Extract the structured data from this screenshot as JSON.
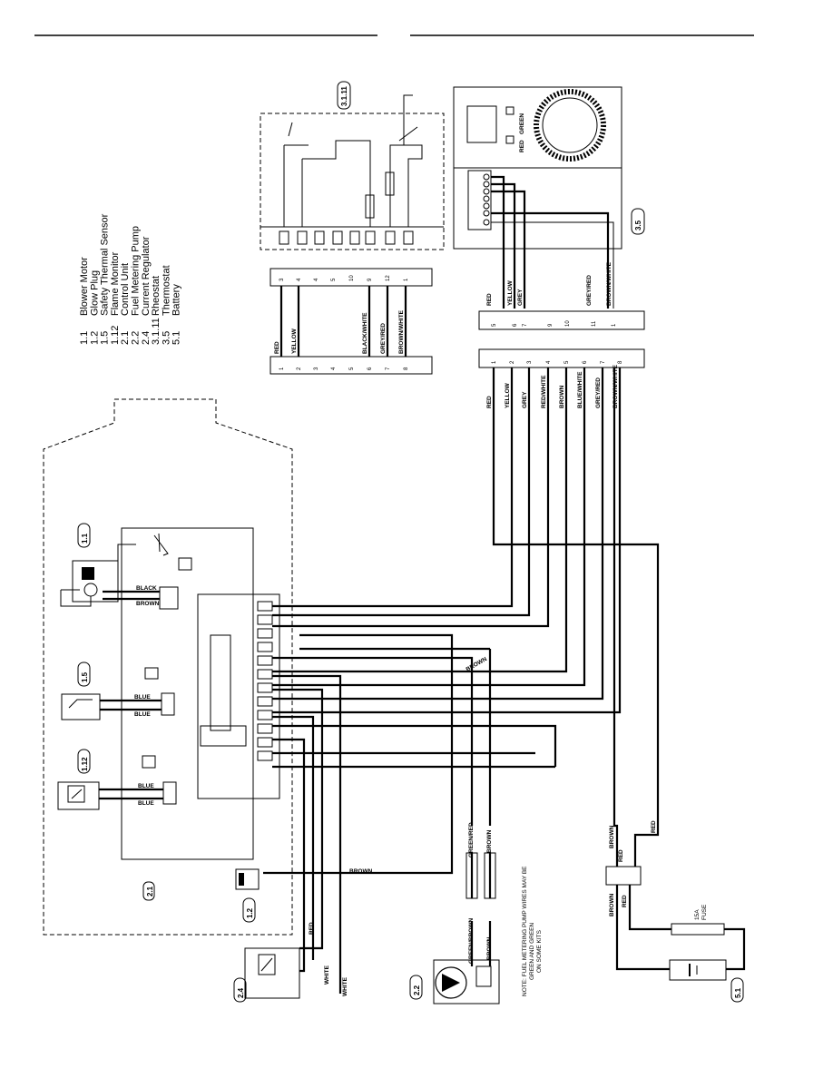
{
  "legend": [
    {
      "code": "1.1",
      "label": "Blower Motor"
    },
    {
      "code": "1.2",
      "label": "Glow Plug"
    },
    {
      "code": "1.5",
      "label": "Safety Thermal Sensor"
    },
    {
      "code": "1.12",
      "label": "Flame Monitor"
    },
    {
      "code": "2.1",
      "label": "Control Unit"
    },
    {
      "code": "2.2",
      "label": "Fuel Metering Pump"
    },
    {
      "code": "2.4",
      "label": "Current Regulator"
    },
    {
      "code": "3.1.11",
      "label": "Rheostat"
    },
    {
      "code": "3.5",
      "label": "Thermostat"
    },
    {
      "code": "5.1",
      "label": "Battery"
    }
  ],
  "component_tags": {
    "blower": "1.1",
    "safety_sensor": "1.5",
    "flame_monitor": "1.12",
    "control_unit": "2.1",
    "glow_plug": "1.2",
    "current_regulator": "2.4",
    "fuel_pump": "2.2",
    "battery": "5.1",
    "thermostat": "3.5",
    "rheostat": "3.1.11"
  },
  "thermostat_labels": {
    "green": "GREEN",
    "red": "RED"
  },
  "rheostat_connector": {
    "left_pins": [
      "1",
      "2",
      "3",
      "4",
      "5",
      "6",
      "7",
      "8"
    ],
    "right_pins": [
      "3",
      "4",
      "4",
      "5",
      "10",
      "9",
      "12",
      "1"
    ],
    "wires": [
      "RED",
      "YELLOW",
      "",
      "",
      "",
      "BLACK/WHITE",
      "GREY/RED",
      "BROWN/WHITE"
    ]
  },
  "thermostat_connector": {
    "pins": [
      "5",
      "6",
      "7",
      "9",
      "10",
      "11",
      "1"
    ],
    "wires": [
      "RED",
      "YELLOW",
      "GREY",
      "",
      "",
      "GREY/RED",
      "BROWN/WHITE"
    ]
  },
  "main_connector": {
    "pins": [
      "1",
      "2",
      "3",
      "4",
      "5",
      "6",
      "7",
      "8"
    ],
    "wires": [
      "RED",
      "YELLOW",
      "GREY",
      "RED/WHITE",
      "BROWN",
      "BLUE/WHITE",
      "GREY/RED",
      "BROWN/WHITE"
    ]
  },
  "wire_labels": {
    "brown_main": "BROWN",
    "brown_glow": "BROWN",
    "red_supply": "RED",
    "white_a": "WHITE",
    "white_b": "WHITE",
    "red_reg": "RED",
    "green_red": "GREEN/RED",
    "brown_pump": "BROWN",
    "green_brown": "GREEN/BROWN",
    "brown_batt": "BROWN",
    "red_batt": "RED",
    "brown_fuse": "BROWN",
    "red_fuse": "RED",
    "black_brown": "BLACK",
    "brown_blower": "BROWN",
    "blue_a": "BLUE",
    "blue_b": "BLUE",
    "blue_c": "BLUE",
    "blue_d": "BLUE"
  },
  "fuse": {
    "line1": "15A",
    "line2": "FUSE"
  },
  "note": {
    "line1": "NOTE: FUEL METERING PUMP WIRES MAY BE",
    "line2": "GREEN AND GREEN",
    "line3": "ON SOME KITS"
  }
}
